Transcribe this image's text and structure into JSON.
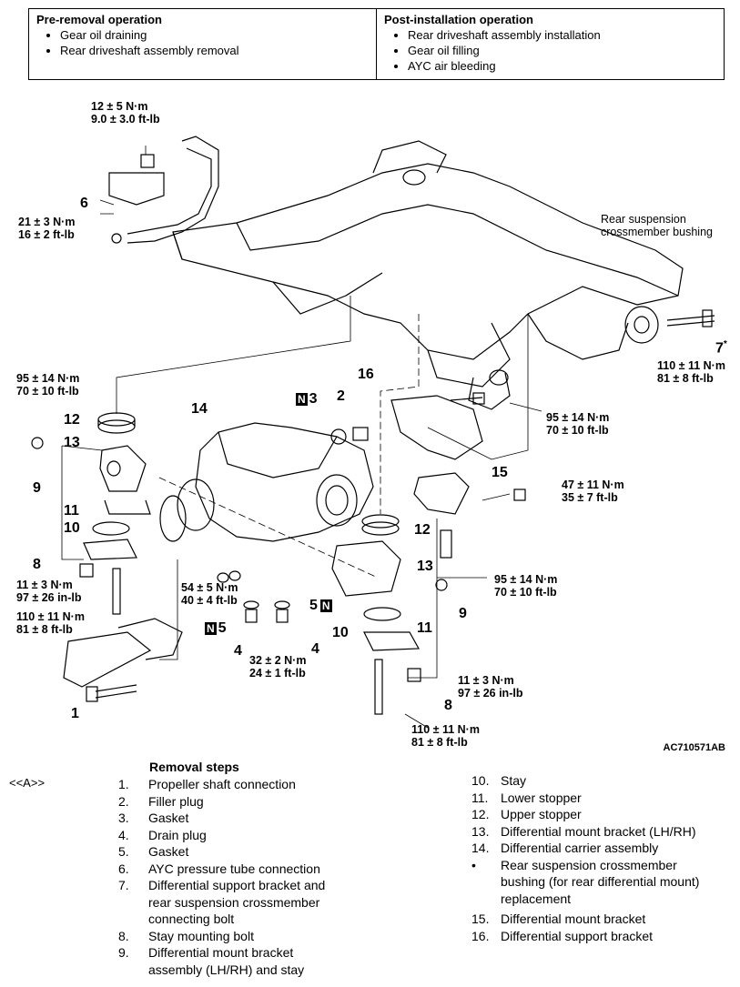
{
  "operations": {
    "pre_header": "Pre-removal operation",
    "pre_items": [
      "Gear oil draining",
      "Rear driveshaft assembly removal"
    ],
    "post_header": "Post-installation operation",
    "post_items": [
      "Rear driveshaft assembly installation",
      "Gear oil filling",
      "AYC air bleeding"
    ]
  },
  "figure": {
    "code": "AC710571AB",
    "torques": {
      "t1": [
        "12 ± 5 N·m",
        "9.0 ± 3.0 ft-lb"
      ],
      "t2": [
        "21 ± 3 N·m",
        "16 ± 2 ft-lb"
      ],
      "t3": [
        "110 ± 11 N·m",
        "81 ± 8 ft-lb"
      ],
      "t4": [
        "95 ± 14 N·m",
        "70 ± 10 ft-lb"
      ],
      "t5": [
        "95 ± 14 N·m",
        "70 ± 10 ft-lb"
      ],
      "t6": [
        "47 ± 11 N·m",
        "35 ± 7 ft-lb"
      ],
      "t7": [
        "11 ± 3 N·m",
        "97 ± 26 in-lb"
      ],
      "t8": [
        "110 ± 11 N·m",
        "81 ± 8 ft-lb"
      ],
      "t9": [
        "54 ± 5 N·m",
        "40 ± 4 ft-lb"
      ],
      "t10": [
        "95 ± 14 N·m",
        "70 ± 10 ft-lb"
      ],
      "t11": [
        "32 ± 2 N·m",
        "24 ± 1 ft-lb"
      ],
      "t12": [
        "11 ± 3 N·m",
        "97 ± 26 in-lb"
      ],
      "t13": [
        "110 ± 11 N·m",
        "81 ± 8 ft-lb"
      ]
    },
    "bushing_label": [
      "Rear suspension",
      "crossmember bushing"
    ],
    "n_mark": "N"
  },
  "steps": {
    "title": "Removal steps",
    "ref": "<<A>>",
    "left": [
      {
        "n": "1.",
        "text": "Propeller shaft connection"
      },
      {
        "n": "2.",
        "text": "Filler plug"
      },
      {
        "n": "3.",
        "text": "Gasket"
      },
      {
        "n": "4.",
        "text": "Drain plug"
      },
      {
        "n": "5.",
        "text": "Gasket"
      },
      {
        "n": "6.",
        "text": "AYC pressure tube connection"
      },
      {
        "n": "7.",
        "text": "Differential support bracket and rear suspension crossmember connecting bolt"
      },
      {
        "n": "8.",
        "text": "Stay mounting bolt"
      },
      {
        "n": "9.",
        "text": "Differential mount bracket assembly (LH/RH) and stay"
      }
    ],
    "right": [
      {
        "n": "10.",
        "text": "Stay"
      },
      {
        "n": "11.",
        "text": "Lower stopper"
      },
      {
        "n": "12.",
        "text": "Upper stopper"
      },
      {
        "n": "13.",
        "text": "Differential mount bracket (LH/RH)"
      },
      {
        "n": "14.",
        "text": "Differential carrier assembly"
      },
      {
        "n": "•",
        "text": "Rear suspension crossmember bushing (for rear differential mount) replacement"
      },
      {
        "n": "15.",
        "text": "Differential mount bracket"
      },
      {
        "n": "16.",
        "text": "Differential support bracket"
      }
    ]
  }
}
